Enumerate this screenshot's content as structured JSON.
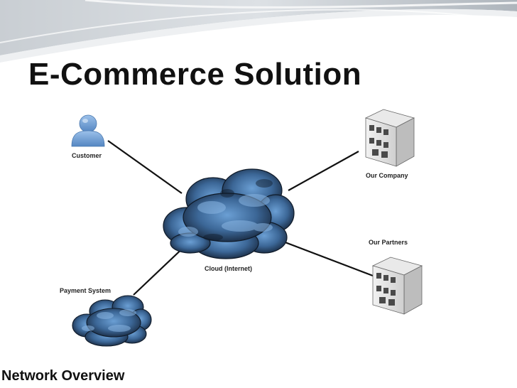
{
  "slide": {
    "title": "E-Commerce Solution",
    "caption": "Network Overview"
  },
  "diagram": {
    "nodes": {
      "customer": {
        "label": "Customer",
        "icon": "user-icon"
      },
      "company": {
        "label": "Our Company",
        "icon": "building-icon"
      },
      "partners": {
        "label": "Our Partners",
        "icon": "building-icon"
      },
      "cloud": {
        "label": "Cloud (Internet)",
        "icon": "cloud-icon"
      },
      "payment": {
        "label": "Payment System",
        "icon": "cloud-icon"
      }
    },
    "edges": [
      {
        "from": "customer",
        "to": "cloud"
      },
      {
        "from": "company",
        "to": "cloud"
      },
      {
        "from": "partners",
        "to": "cloud"
      },
      {
        "from": "payment",
        "to": "cloud"
      }
    ]
  },
  "colors": {
    "title": "#111111",
    "cloud_dark": "#1b2c40",
    "cloud_light": "#5f93c9",
    "user_icon": "#6f9fd4",
    "building": "#d0d0d0"
  }
}
